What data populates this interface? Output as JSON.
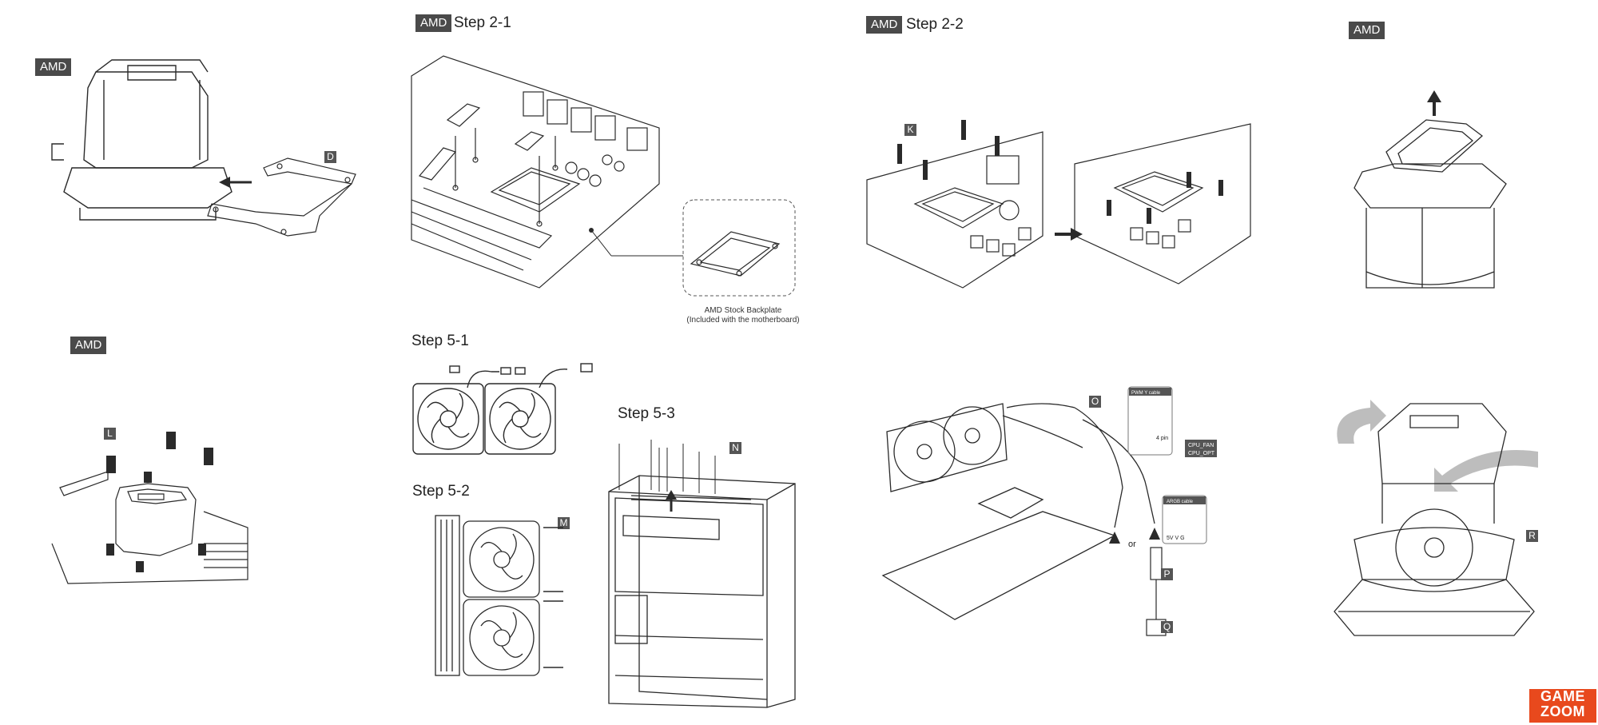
{
  "labels": {
    "amd": "AMD",
    "step_2_1": "Step 2-1",
    "step_2_2": "Step 2-2",
    "step_5_1": "Step 5-1",
    "step_5_2": "Step 5-2",
    "step_5_3": "Step 5-3"
  },
  "letters": {
    "d": "D",
    "k": "K",
    "l": "L",
    "m": "M",
    "n": "N",
    "o": "O",
    "p": "P",
    "q": "Q",
    "r": "R"
  },
  "caption": {
    "line1": "AMD Stock Backplate",
    "line2": "(Included with the motherboard)"
  },
  "diagram_text": {
    "pwm_cable": "PWM Y cable",
    "four_pin": "4 pin",
    "cpu_fan": "CPU_FAN",
    "cpu_opt": "CPU_OPT",
    "argb_cable": "ARGB cable",
    "or": "or",
    "svg_pins": "5V V G"
  },
  "logo": {
    "line1": "GAME",
    "line2": "ZOOM"
  },
  "colors": {
    "badge": "#4a4a4a",
    "line": "#2a2a2a",
    "logo": "#e8491d"
  }
}
